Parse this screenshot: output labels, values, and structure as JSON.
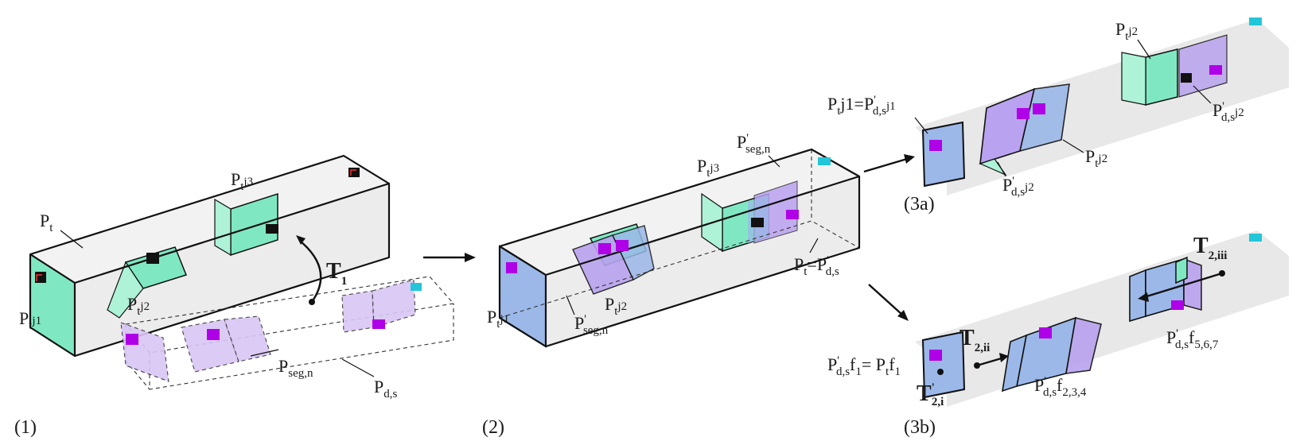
{
  "labels": {
    "pt": "P",
    "pt_sub": "t",
    "pt_j1_main": "P",
    "pt_j1_sub": "t",
    "pt_j1_tail": "j1",
    "pt_j2_main": "P",
    "pt_j2_sub": "t",
    "pt_j2_tail": "j2",
    "pt_j3_main": "P",
    "pt_j3_sub": "t",
    "pt_j3_tail": "j3",
    "t1_main": "T",
    "t1_sub": "1",
    "pseg_main": "P",
    "pseg_sub": "seg,n",
    "pds_main": "P",
    "pds_sub": "d,s",
    "pseg_prime_main": "P",
    "pseg_prime_sup": "'",
    "pseg_prime_sub": "seg,n",
    "pt_eq_main": "P",
    "pt_eq_sub": "t",
    "pt_eq_eq": "=P",
    "pt_eq_sup": "'",
    "pt_eq_sub2": "d,s",
    "eq3a_left": "P",
    "eq3a_left_sub": "t",
    "eq3a_left_tail": "j1=P",
    "eq3a_sup": "'",
    "eq3a_sub": "d,s",
    "eq3a_tail": "j1",
    "pds_j2_main": "P",
    "pds_j2_sup": "'",
    "pds_j2_sub": "d,s",
    "pds_j2_tail": "j2",
    "eq3b_main": "P",
    "eq3b_sup": "'",
    "eq3b_sub": "d,s",
    "eq3b_f": "f",
    "eq3b_f_sub": "1",
    "eq3b_eq": "= P",
    "eq3b_eq_sub": "t",
    "eq3b_eq_f": "f",
    "eq3b_eq_f_sub": "1",
    "t2i_main": "T",
    "t2i_sup": "'",
    "t2i_sub": "2,i",
    "t2ii_main": "T",
    "t2ii_sub": "2,ii",
    "t2iii_main": "T",
    "t2iii_sub": "2,iii",
    "f234_f": "f",
    "f234_sub": "2,3,4",
    "f567_f": "f",
    "f567_sub": "5,6,7"
  },
  "panels": {
    "p1": "(1)",
    "p2": "(2)",
    "p3a": "(3a)",
    "p3b": "(3b)"
  },
  "colors": {
    "green": "#7fe8c3",
    "purple": "#b9a2ef",
    "blue": "#9bb8e8",
    "marker_purple": "#b000e8",
    "marker_cyan": "#22c6d8"
  }
}
